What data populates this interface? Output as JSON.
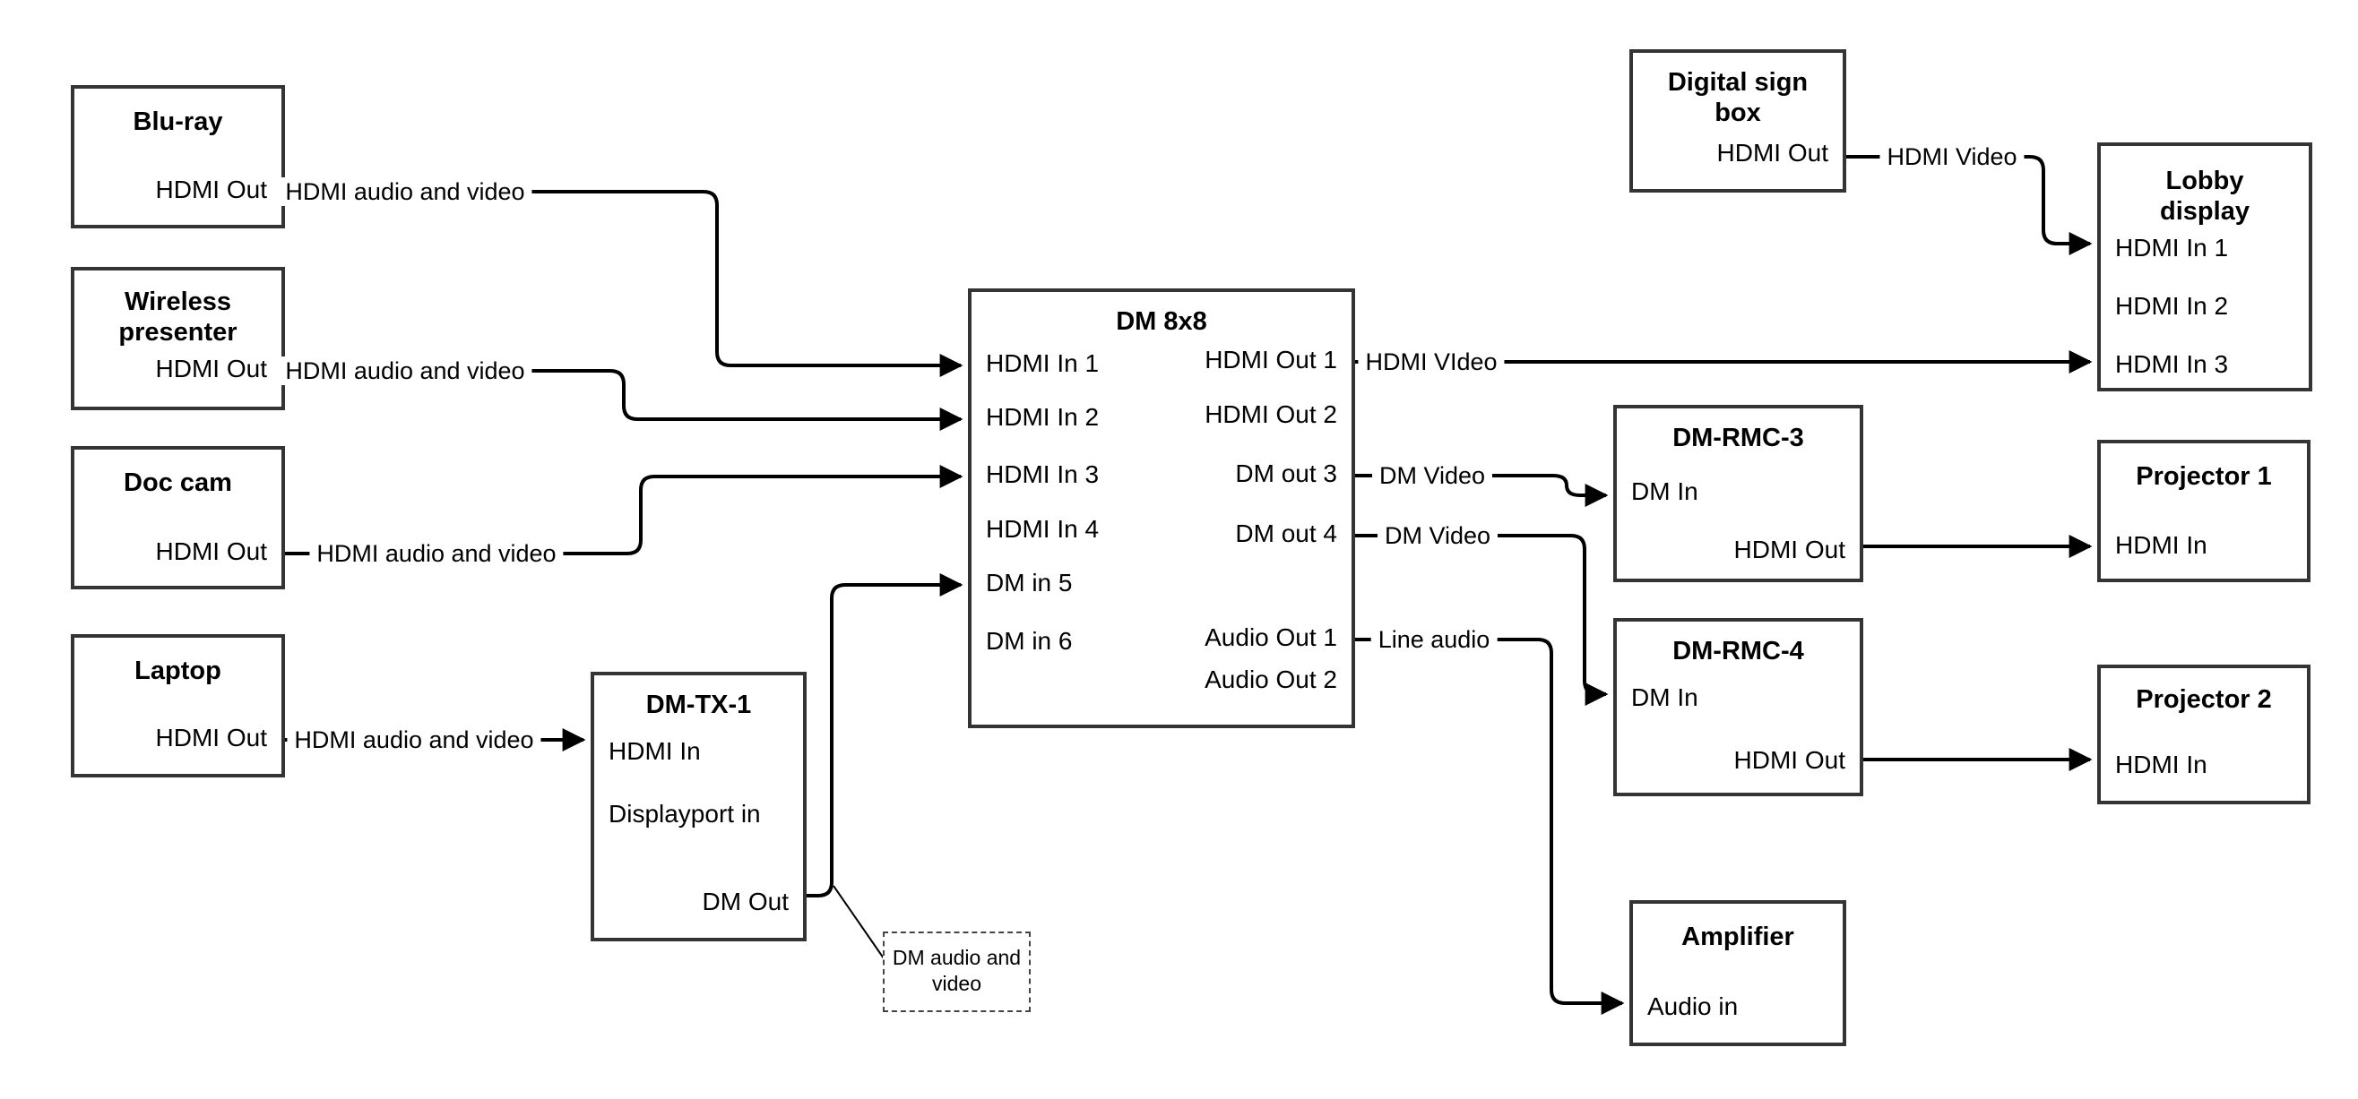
{
  "diagram": {
    "nodes": {
      "bluray": {
        "title": "Blu-ray",
        "port_out": "HDMI Out"
      },
      "wireless": {
        "title": "Wireless presenter",
        "port_out": "HDMI Out"
      },
      "doccam": {
        "title": "Doc cam",
        "port_out": "HDMI Out"
      },
      "laptop": {
        "title": "Laptop",
        "port_out": "HDMI Out"
      },
      "dmtx1": {
        "title": "DM-TX-1",
        "port_hdmi_in": "HDMI In",
        "port_dp_in": "Displayport in",
        "port_dm_out": "DM Out"
      },
      "dm8x8": {
        "title": "DM 8x8",
        "in1": "HDMI In 1",
        "in2": "HDMI In 2",
        "in3": "HDMI In 3",
        "in4": "HDMI In 4",
        "in5": "DM in 5",
        "in6": "DM in 6",
        "out1": "HDMI Out 1",
        "out2": "HDMI Out 2",
        "out3": "DM out 3",
        "out4": "DM out 4",
        "aout1": "Audio Out 1",
        "aout2": "Audio Out 2"
      },
      "digitalsign": {
        "title": "Digital sign box",
        "port_out": "HDMI Out"
      },
      "lobby": {
        "title": "Lobby display",
        "in1": "HDMI In 1",
        "in2": "HDMI In 2",
        "in3": "HDMI In 3"
      },
      "dmrmc3": {
        "title": "DM-RMC-3",
        "port_in": "DM In",
        "port_out": "HDMI Out"
      },
      "dmrmc4": {
        "title": "DM-RMC-4",
        "port_in": "DM In",
        "port_out": "HDMI Out"
      },
      "proj1": {
        "title": "Projector 1",
        "port_in": "HDMI In"
      },
      "proj2": {
        "title": "Projector 2",
        "port_in": "HDMI In"
      },
      "amp": {
        "title": "Amplifier",
        "port_in": "Audio in"
      }
    },
    "edge_labels": {
      "bluray_dm": "HDMI audio and video",
      "wireless_dm": "HDMI audio and video",
      "doccam_dm": "HDMI audio and video",
      "laptop_tx": "HDMI audio and video",
      "out1_lobby": "HDMI VIdeo",
      "sign_lobby": "HDMI Video",
      "out3_rmc3": "DM Video",
      "out4_rmc4": "DM Video",
      "audio1_amp": "Line audio"
    },
    "note": {
      "text": "DM audio and video"
    },
    "colors": {
      "background": "#ffffff",
      "box_border": "#343434",
      "line": "#000000"
    }
  }
}
